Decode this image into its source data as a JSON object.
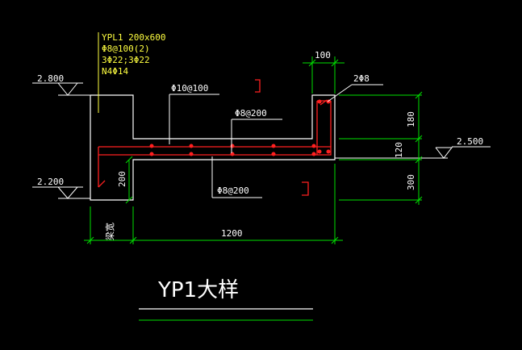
{
  "colors": {
    "background": "#000000",
    "outline": "#ffffff",
    "rebar": "#ff2020",
    "dimension": "#00e000",
    "note": "#ffff40",
    "title": "#ffffff",
    "underline": "#ffffff",
    "underline2": "#00e000"
  },
  "beam_note": {
    "line1": "YPL1 200x600",
    "line2": "Φ8@100(2)",
    "line3": "3Φ22;3Φ22",
    "line4": "N4Φ14"
  },
  "elevations": {
    "top_left": "2.800",
    "bottom_left": "2.200",
    "right": "2.500"
  },
  "rebar_labels": {
    "slab_top": "Φ10@100",
    "slab_dist": "Φ8@200",
    "slab_bottom": "Φ8@200",
    "upstand": "2Φ8"
  },
  "dimensions": {
    "upstand_width": "100",
    "upstand_height": "180",
    "slab_thickness": "120",
    "drop_depth": "300",
    "beam_step": "200",
    "beam_width": "梁宽",
    "span": "1200"
  },
  "title": {
    "text": "YP1大样"
  }
}
